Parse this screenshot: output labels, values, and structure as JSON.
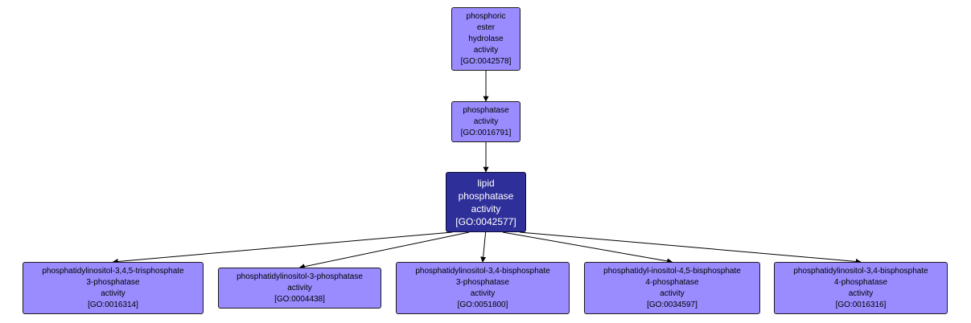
{
  "colors": {
    "node_fill": "#9a8cff",
    "focus_fill": "#2f2f99",
    "edge": "#000000"
  },
  "nodes": {
    "n0042578": {
      "lines": [
        "phosphoric",
        "ester",
        "hydrolase",
        "activity"
      ],
      "go_id": "[GO:0042578]"
    },
    "n0016791": {
      "lines": [
        "phosphatase",
        "activity"
      ],
      "go_id": "[GO:0016791]"
    },
    "n0042577": {
      "lines": [
        "lipid",
        "phosphatase",
        "activity"
      ],
      "go_id": "[GO:0042577]"
    },
    "n0016314": {
      "lines": [
        "phosphatidylinositol-3,4,5-trisphosphate",
        "3-phosphatase",
        "activity"
      ],
      "go_id": "[GO:0016314]"
    },
    "n0004438": {
      "lines": [
        "phosphatidylinositol-3-phosphatase",
        "activity"
      ],
      "go_id": "[GO:0004438]"
    },
    "n0051800": {
      "lines": [
        "phosphatidylinositol-3,4-bisphosphate",
        "3-phosphatase",
        "activity"
      ],
      "go_id": "[GO:0051800]"
    },
    "n0034597": {
      "lines": [
        "phosphatidyl-inositol-4,5-bisphosphate",
        "4-phosphatase",
        "activity"
      ],
      "go_id": "[GO:0034597]"
    },
    "n0016316": {
      "lines": [
        "phosphatidylinositol-3,4-bisphosphate",
        "4-phosphatase",
        "activity"
      ],
      "go_id": "[GO:0016316]"
    }
  },
  "edges": [
    {
      "from": "n0042578",
      "to": "n0016791"
    },
    {
      "from": "n0016791",
      "to": "n0042577"
    },
    {
      "from": "n0042577",
      "to": "n0016314"
    },
    {
      "from": "n0042577",
      "to": "n0004438"
    },
    {
      "from": "n0042577",
      "to": "n0051800"
    },
    {
      "from": "n0042577",
      "to": "n0034597"
    },
    {
      "from": "n0042577",
      "to": "n0016316"
    }
  ]
}
